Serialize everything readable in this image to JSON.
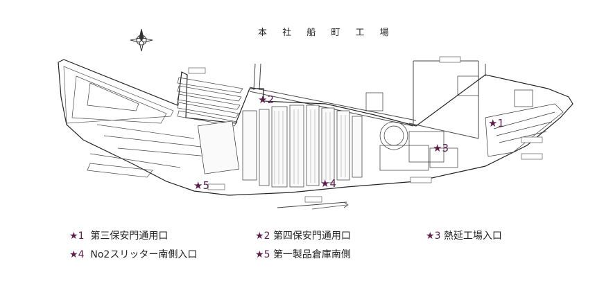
{
  "map": {
    "title": "本 社 船 町 工 場"
  },
  "markers": [
    {
      "id": "1",
      "star": "★",
      "label": "1"
    },
    {
      "id": "2",
      "star": "★",
      "label": "2"
    },
    {
      "id": "3",
      "star": "★",
      "label": "3"
    },
    {
      "id": "4",
      "star": "★",
      "label": "4"
    },
    {
      "id": "5",
      "star": "★",
      "label": "5"
    }
  ],
  "legend": [
    {
      "star": "★",
      "num": "1",
      "text": "第三保安門通用口"
    },
    {
      "star": "★",
      "num": "2",
      "text": "第四保安門通用口"
    },
    {
      "star": "★",
      "num": "3",
      "text": "熱延工場入口"
    },
    {
      "star": "★",
      "num": "4",
      "text": "No2スリッター南側入口"
    },
    {
      "star": "★",
      "num": "5",
      "text": "第一製品倉庫南側"
    }
  ],
  "colors": {
    "marker": "#5b1e4b",
    "line": "#222222"
  }
}
